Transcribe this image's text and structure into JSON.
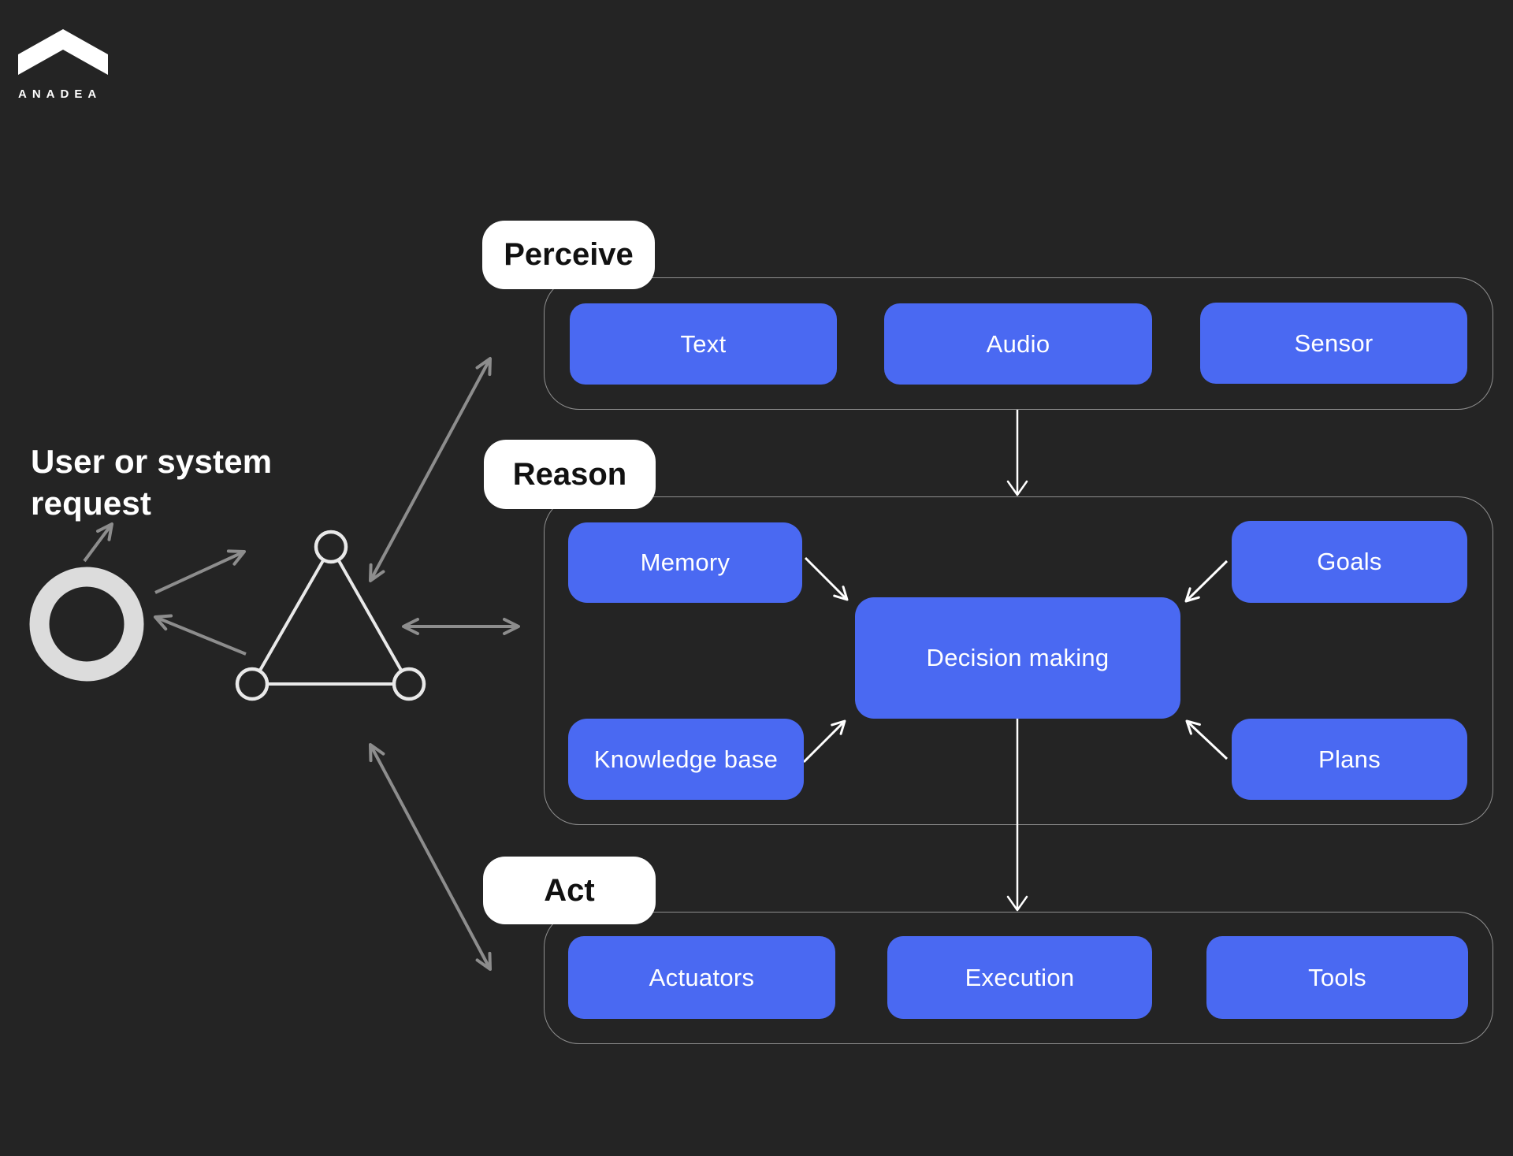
{
  "logo": {
    "name": "ANADEA"
  },
  "request": {
    "line1": "User or system",
    "line2": "request"
  },
  "sections": {
    "perceive": {
      "label": "Perceive",
      "boxes": {
        "text": "Text",
        "audio": "Audio",
        "sensor": "Sensor"
      }
    },
    "reason": {
      "label": "Reason",
      "boxes": {
        "memory": "Memory",
        "goals": "Goals",
        "decision": "Decision making",
        "knowledge": "Knowledge base",
        "plans": "Plans"
      }
    },
    "act": {
      "label": "Act",
      "boxes": {
        "actuators": "Actuators",
        "execution": "Execution",
        "tools": "Tools"
      }
    }
  },
  "colors": {
    "background": "#242424",
    "node_blue": "#4a69f2",
    "node_text": "#ffffff",
    "label_bg": "#ffffff",
    "label_text": "#111111",
    "arrow_gray": "#8d8d8d",
    "arrow_white": "#ffffff",
    "shape_light": "#dcdcdc",
    "group_border": "#8f8f8f"
  }
}
